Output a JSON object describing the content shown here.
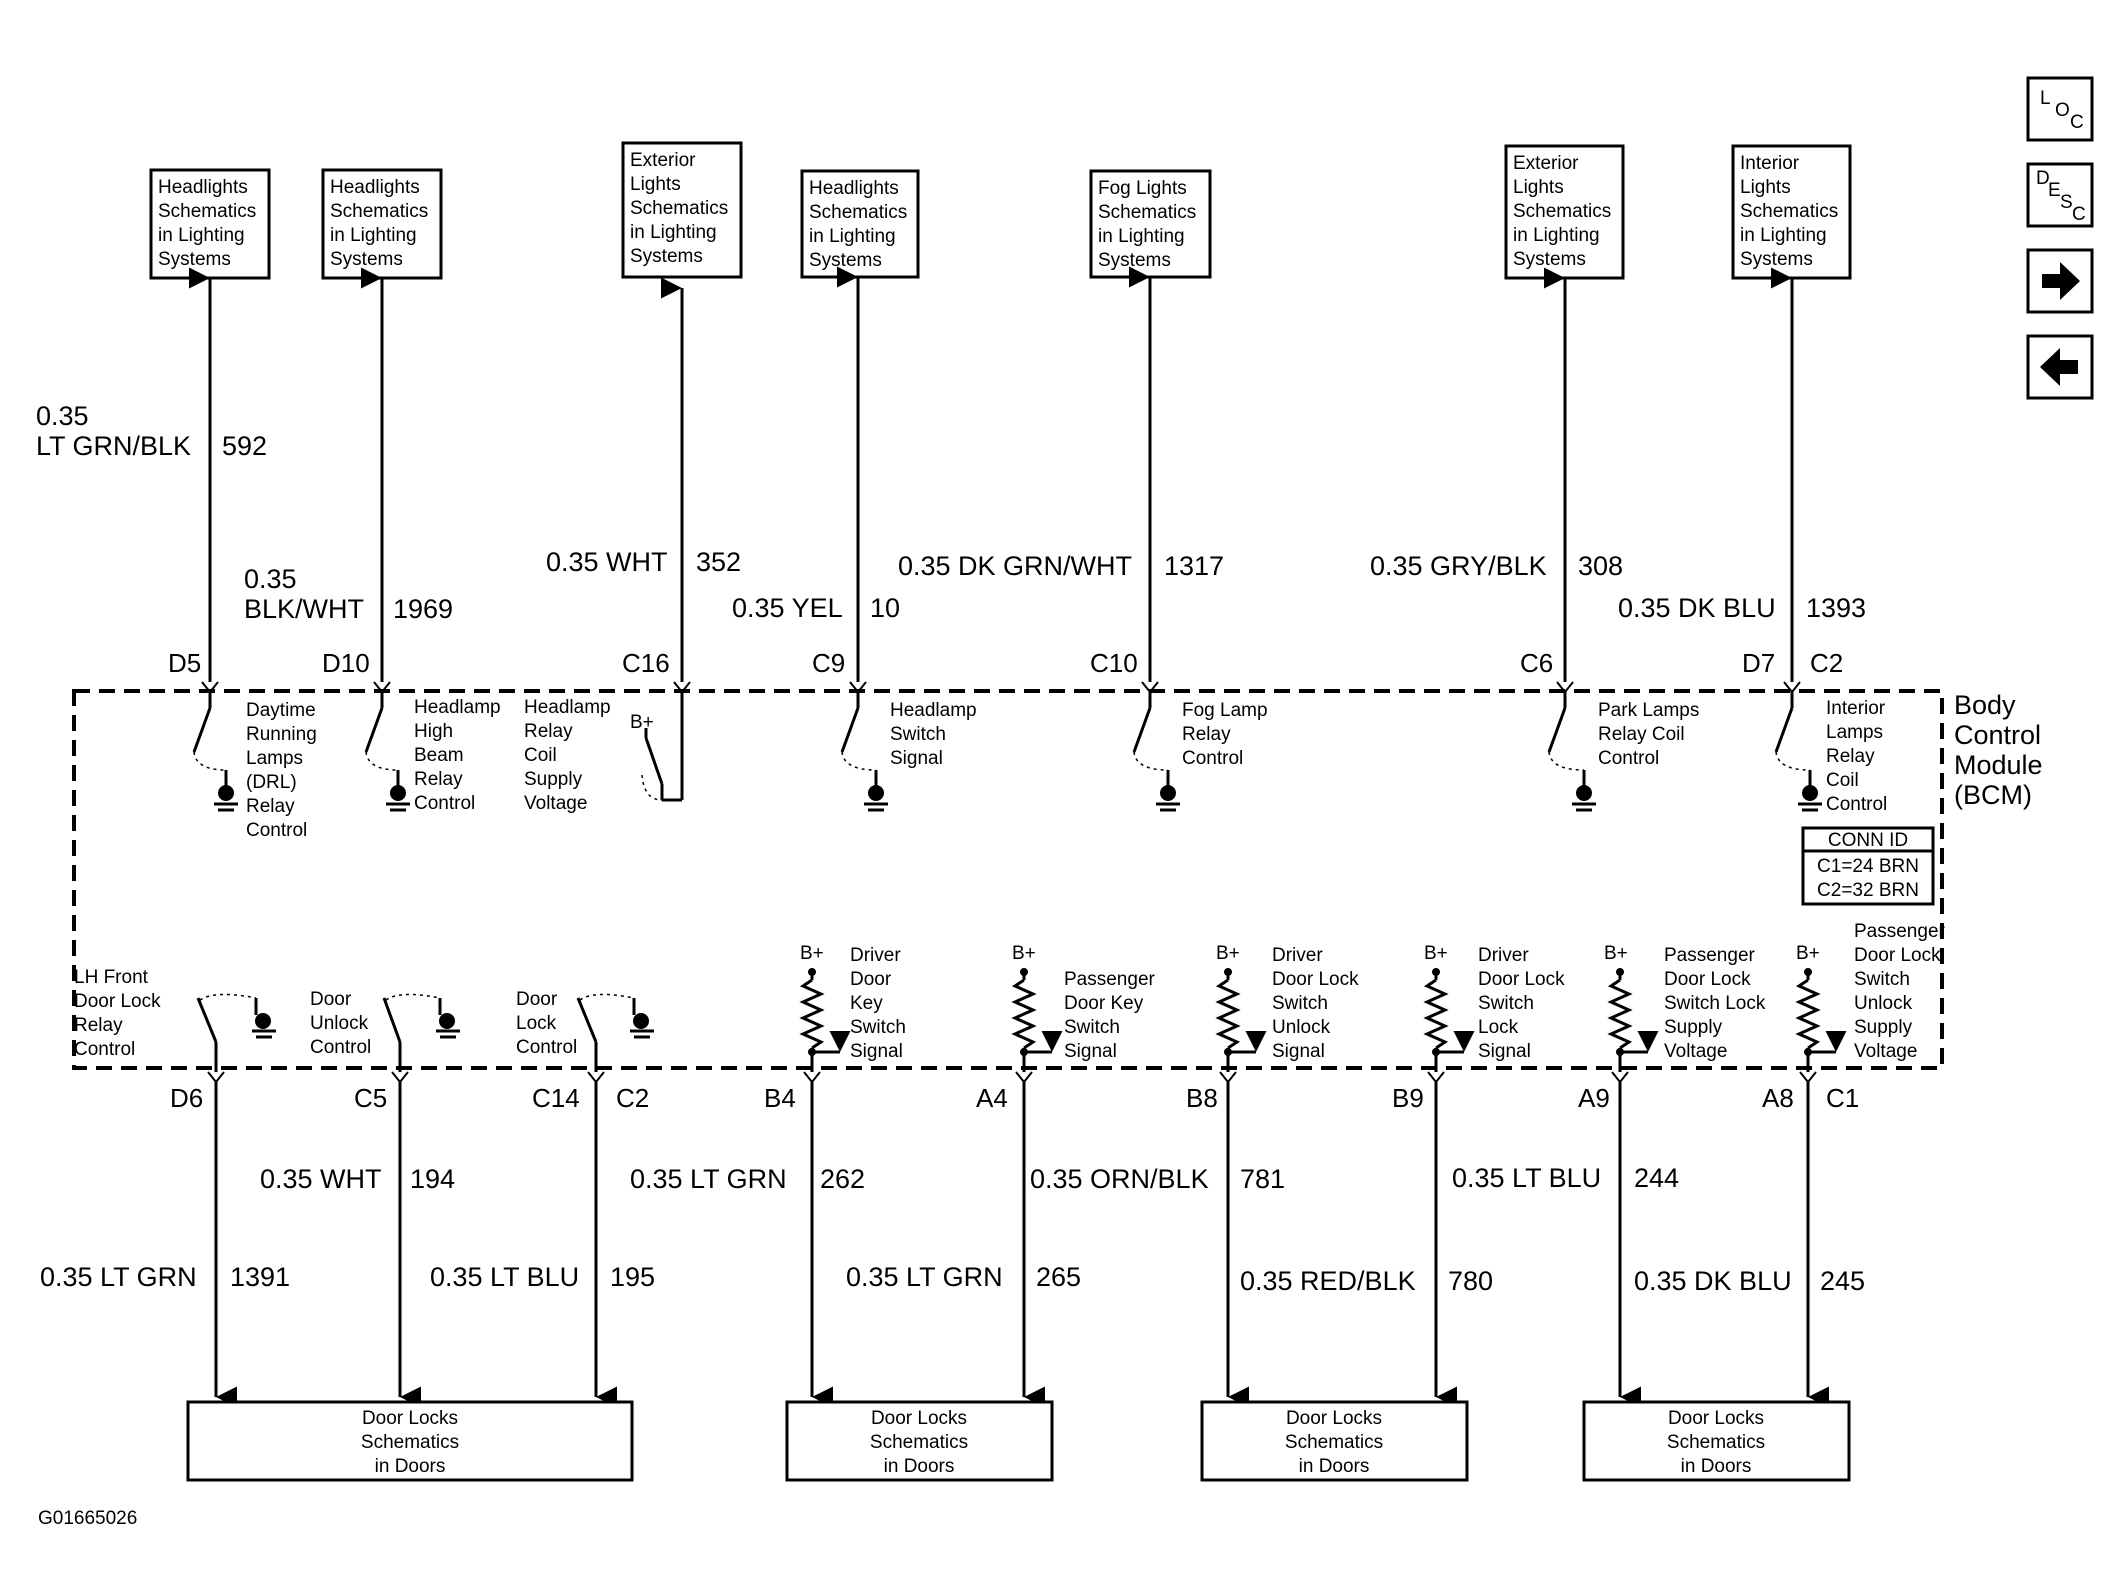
{
  "nav": {
    "loc": [
      "L",
      "O",
      "C"
    ],
    "desc": [
      "D",
      "E",
      "S",
      "C"
    ],
    "next_icon": "right-arrow-icon",
    "prev_icon": "left-arrow-icon"
  },
  "top_connections": [
    {
      "id": "d5",
      "box": [
        "Headlights",
        "Schematics",
        "in Lighting",
        "Systems"
      ],
      "wire_lines": [
        "0.35",
        "LT GRN/BLK"
      ],
      "circuit": "592",
      "pin": "D5",
      "label": [
        "Daytime",
        "Running",
        "Lamps",
        "(DRL)",
        "Relay",
        "Control"
      ]
    },
    {
      "id": "d10",
      "box": [
        "Headlights",
        "Schematics",
        "in Lighting",
        "Systems"
      ],
      "wire_lines": [
        "0.35",
        "BLK/WHT"
      ],
      "circuit": "1969",
      "pin": "D10",
      "label": [
        "Headlamp",
        "High",
        "Beam",
        "Relay",
        "Control"
      ]
    },
    {
      "id": "c16",
      "box": [
        "Exterior",
        "Lights",
        "Schematics",
        "in Lighting",
        "Systems"
      ],
      "wire_lines": [
        "0.35 WHT"
      ],
      "circuit": "352",
      "pin": "C16",
      "label": [
        "Headlamp",
        "Relay",
        "Coil",
        "Supply",
        "Voltage"
      ]
    },
    {
      "id": "c9",
      "box": [
        "Headlights",
        "Schematics",
        "in Lighting",
        "Systems"
      ],
      "wire_lines": [
        "0.35 YEL"
      ],
      "circuit": "10",
      "pin": "C9",
      "label": [
        "Headlamp",
        "Switch",
        "Signal"
      ]
    },
    {
      "id": "c10",
      "box": [
        "Fog Lights",
        "Schematics",
        "in Lighting",
        "Systems"
      ],
      "wire_lines": [
        "0.35 DK GRN/WHT"
      ],
      "circuit": "1317",
      "pin": "C10",
      "label": [
        "Fog Lamp",
        "Relay",
        "Control"
      ]
    },
    {
      "id": "c6",
      "box": [
        "Exterior",
        "Lights",
        "Schematics",
        "in Lighting",
        "Systems"
      ],
      "wire_lines": [
        "0.35 GRY/BLK"
      ],
      "circuit": "308",
      "pin": "C6",
      "label": [
        "Park Lamps",
        "Relay Coil",
        "Control"
      ]
    },
    {
      "id": "d7",
      "box": [
        "Interior",
        "Lights",
        "Schematics",
        "in Lighting",
        "Systems"
      ],
      "wire_lines": [
        "0.35 DK BLU"
      ],
      "circuit": "1393",
      "pin": "D7",
      "pin2": "C2",
      "label": [
        "Interior",
        "Lamps",
        "Relay",
        "Coil",
        "Control"
      ]
    }
  ],
  "module": {
    "title": [
      "Body",
      "Control",
      "Module",
      "(BCM)"
    ],
    "conn_id": {
      "title": "CONN ID",
      "rows": [
        "C1=24 BRN",
        "C2=32 BRN"
      ]
    },
    "supply": "B+"
  },
  "bottom_connections": [
    {
      "id": "d6",
      "pin": "D6",
      "wire": "0.35 LT GRN",
      "circuit": "1391",
      "label": [
        "LH Front",
        "Door Lock",
        "Relay",
        "Control"
      ]
    },
    {
      "id": "c5",
      "pin": "C5",
      "wire": "0.35 WHT",
      "circuit": "194",
      "label": [
        "Door",
        "Unlock",
        "Control"
      ]
    },
    {
      "id": "c14",
      "pin": "C14",
      "pin2": "C2",
      "wire": "0.35 LT BLU",
      "circuit": "195",
      "label": [
        "Door",
        "Lock",
        "Control"
      ]
    },
    {
      "id": "b4",
      "pin": "B4",
      "wire": "0.35 LT GRN",
      "circuit": "262",
      "label": [
        "Driver",
        "Door",
        "Key",
        "Switch",
        "Signal"
      ]
    },
    {
      "id": "a4",
      "pin": "A4",
      "wire": "0.35 LT GRN",
      "circuit": "265",
      "label": [
        "Passenger",
        "Door Key",
        "Switch",
        "Signal"
      ]
    },
    {
      "id": "b8",
      "pin": "B8",
      "wire": "0.35 ORN/BLK",
      "circuit": "781",
      "label": [
        "Driver",
        "Door Lock",
        "Switch",
        "Unlock",
        "Signal"
      ]
    },
    {
      "id": "b9",
      "pin": "B9",
      "wire": "0.35 RED/BLK",
      "circuit": "780",
      "label": [
        "Driver",
        "Door Lock",
        "Switch",
        "Lock",
        "Signal"
      ]
    },
    {
      "id": "a9",
      "pin": "A9",
      "wire": "0.35 LT BLU",
      "circuit": "244",
      "label": [
        "Passenger",
        "Door Lock",
        "Switch Lock",
        "Supply",
        "Voltage"
      ]
    },
    {
      "id": "a8",
      "pin": "A8",
      "pin2": "C1",
      "wire": "0.35 DK BLU",
      "circuit": "245",
      "label": [
        "Passenger",
        "Door Lock",
        "Switch",
        "Unlock",
        "Supply",
        "Voltage"
      ]
    }
  ],
  "door_boxes": [
    [
      "Door Locks",
      "Schematics",
      "in Doors"
    ],
    [
      "Door Locks",
      "Schematics",
      "in Doors"
    ],
    [
      "Door Locks",
      "Schematics",
      "in Doors"
    ],
    [
      "Door Locks",
      "Schematics",
      "in Doors"
    ]
  ],
  "figure_id": "G01665026"
}
